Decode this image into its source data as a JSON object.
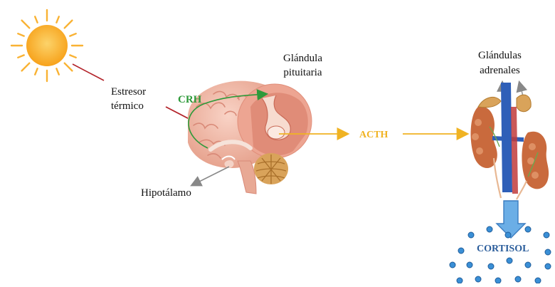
{
  "labels": {
    "estresor_line1": "Estresor",
    "estresor_line2": "térmico",
    "crh": "CRH",
    "pituitaria_line1": "Glándula",
    "pituitaria_line2": "pituitaria",
    "acth": "ACTH",
    "adrenales_line1": "Glándulas",
    "adrenales_line2": "adrenales",
    "hipotalamo": "Hipotálamo",
    "cortisol": "CORTISOL"
  },
  "colors": {
    "sun": "#f9b233",
    "sun_core": "#f7a21b",
    "stress_arrow": "#b3232a",
    "crh": "#2e9a3a",
    "acth": "#f0b323",
    "cortisol_text": "#2b5d9b",
    "cortisol_dot": "#3a8fd6",
    "down_arrow": "#5b9bd5",
    "brain": "#f3b9a7",
    "brain_dark": "#d98a78",
    "cerebellum": "#d9a35a",
    "kidney": "#c96a3d",
    "vena": "#2f5fb8"
  },
  "icons": [
    "sun-icon",
    "brain-illustration",
    "adrenal-kidney-illustration"
  ]
}
